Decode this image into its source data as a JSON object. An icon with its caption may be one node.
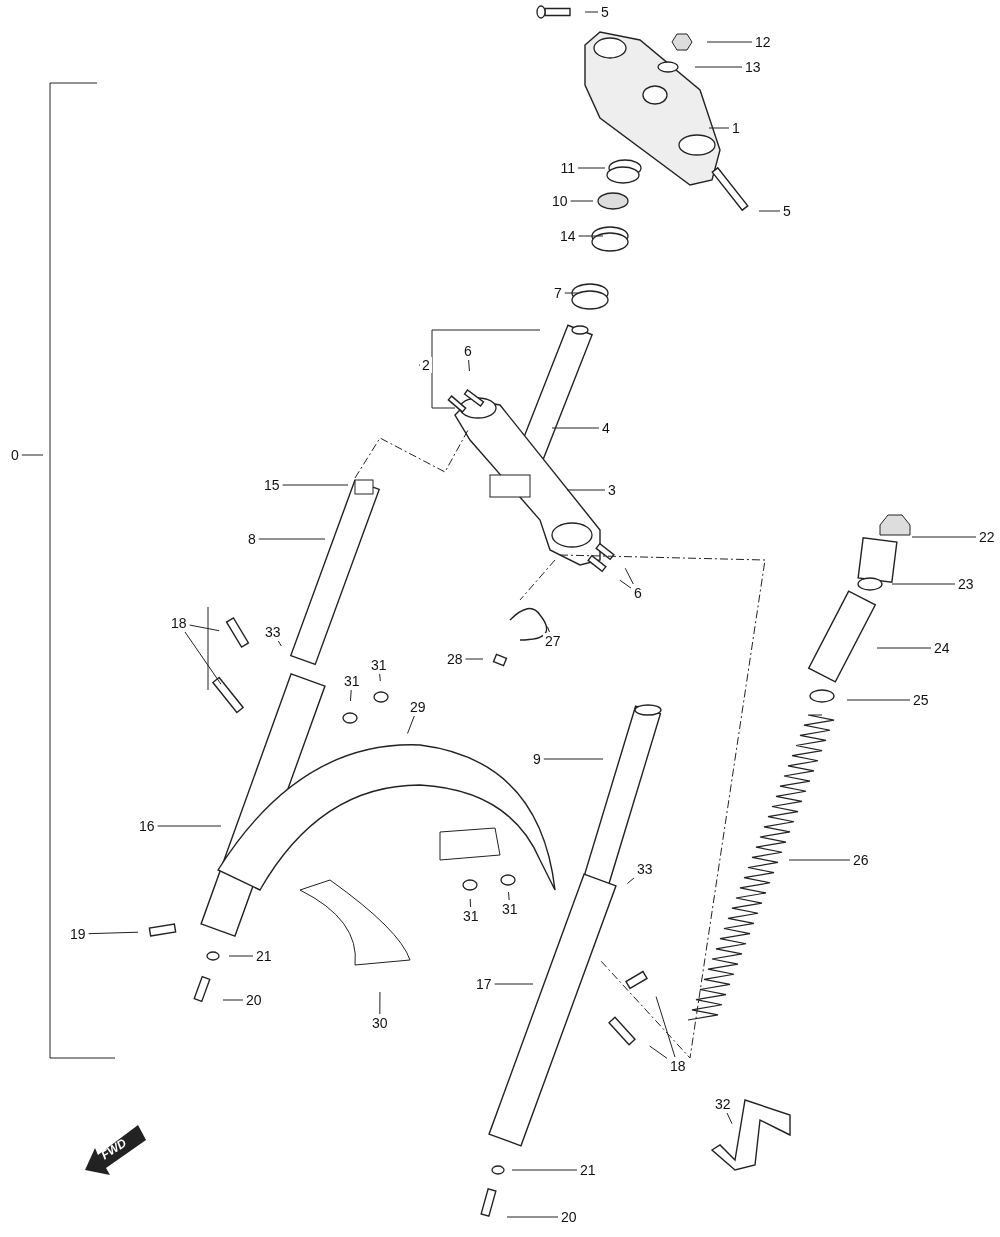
{
  "diagram": {
    "nodes": [
      {
        "text": [
          "5"
        ]
      },
      {
        "text": [
          "12"
        ]
      },
      {
        "text": [
          "13"
        ]
      },
      {
        "text": [
          "1"
        ]
      },
      {
        "text": [
          "11"
        ]
      },
      {
        "text": [
          "10"
        ]
      },
      {
        "text": [
          "5"
        ]
      },
      {
        "text": [
          "14"
        ]
      },
      {
        "text": [
          "7"
        ]
      },
      {
        "text": [
          "6"
        ]
      },
      {
        "text": [
          "2"
        ]
      },
      {
        "text": [
          "4"
        ]
      },
      {
        "text": [
          "15"
        ]
      },
      {
        "text": [
          "3"
        ]
      },
      {
        "text": [
          "8"
        ]
      },
      {
        "text": [
          "22"
        ]
      },
      {
        "text": [
          "23"
        ]
      },
      {
        "text": [
          "6"
        ]
      },
      {
        "text": [
          "27"
        ]
      },
      {
        "text": [
          "18"
        ]
      },
      {
        "text": [
          "33"
        ]
      },
      {
        "text": [
          "24"
        ]
      },
      {
        "text": [
          "28"
        ]
      },
      {
        "text": [
          "31"
        ]
      },
      {
        "text": [
          "31"
        ]
      },
      {
        "text": [
          "25"
        ]
      },
      {
        "text": [
          "29"
        ]
      },
      {
        "text": [
          "9"
        ]
      },
      {
        "text": [
          "16"
        ]
      },
      {
        "text": [
          "26"
        ]
      },
      {
        "text": [
          "33"
        ]
      },
      {
        "text": [
          "31"
        ]
      },
      {
        "text": [
          "31"
        ]
      },
      {
        "text": [
          "19"
        ]
      },
      {
        "text": [
          "21"
        ]
      },
      {
        "text": [
          "17"
        ]
      },
      {
        "text": [
          "20"
        ]
      },
      {
        "text": [
          "30"
        ]
      },
      {
        "text": [
          "18"
        ]
      },
      {
        "text": [
          "32"
        ]
      },
      {
        "text": [
          "21"
        ]
      },
      {
        "text": [
          "20"
        ]
      },
      {
        "text": [
          "0"
        ]
      }
    ],
    "edges": [
      {
        "from": 0,
        "to": null,
        "arrow": "none"
      },
      {
        "from": 1,
        "to": null,
        "arrow": "none"
      },
      {
        "from": 2,
        "to": null,
        "arrow": "none"
      },
      {
        "from": 3,
        "to": null,
        "arrow": "none"
      },
      {
        "from": 4,
        "to": null,
        "arrow": "none"
      },
      {
        "from": 5,
        "to": null,
        "arrow": "none"
      },
      {
        "from": 6,
        "to": null,
        "arrow": "none"
      },
      {
        "from": 7,
        "to": null,
        "arrow": "none"
      },
      {
        "from": 8,
        "to": null,
        "arrow": "none"
      },
      {
        "from": 9,
        "to": null,
        "arrow": "none"
      },
      {
        "from": 10,
        "to": null,
        "arrow": "none"
      },
      {
        "from": 11,
        "to": null,
        "arrow": "none"
      },
      {
        "from": 12,
        "to": null,
        "arrow": "none"
      },
      {
        "from": 13,
        "to": null,
        "arrow": "none"
      },
      {
        "from": 14,
        "to": null,
        "arrow": "none"
      },
      {
        "from": 15,
        "to": null,
        "arrow": "none"
      },
      {
        "from": 16,
        "to": null,
        "arrow": "none"
      },
      {
        "from": 17,
        "to": null,
        "arrow": "none"
      },
      {
        "from": 17,
        "to": null,
        "arrow": "none"
      },
      {
        "from": 18,
        "to": null,
        "arrow": "none"
      },
      {
        "from": 19,
        "to": null,
        "arrow": "none"
      },
      {
        "from": 19,
        "to": null,
        "arrow": "none"
      },
      {
        "from": 20,
        "to": null,
        "arrow": "none"
      },
      {
        "from": 21,
        "to": null,
        "arrow": "none"
      },
      {
        "from": 22,
        "to": null,
        "arrow": "none"
      },
      {
        "from": 23,
        "to": null,
        "arrow": "none"
      },
      {
        "from": 24,
        "to": null,
        "arrow": "none"
      },
      {
        "from": 25,
        "to": null,
        "arrow": "none"
      },
      {
        "from": 26,
        "to": null,
        "arrow": "none"
      },
      {
        "from": 27,
        "to": null,
        "arrow": "none"
      },
      {
        "from": 28,
        "to": null,
        "arrow": "none"
      },
      {
        "from": 29,
        "to": null,
        "arrow": "none"
      },
      {
        "from": 30,
        "to": null,
        "arrow": "none"
      },
      {
        "from": 31,
        "to": null,
        "arrow": "none"
      },
      {
        "from": 32,
        "to": null,
        "arrow": "none"
      },
      {
        "from": 33,
        "to": null,
        "arrow": "none"
      },
      {
        "from": 34,
        "to": null,
        "arrow": "none"
      },
      {
        "from": 35,
        "to": null,
        "arrow": "none"
      },
      {
        "from": 36,
        "to": null,
        "arrow": "none"
      },
      {
        "from": 37,
        "to": null,
        "arrow": "none"
      },
      {
        "from": 38,
        "to": null,
        "arrow": "none"
      },
      {
        "from": 38,
        "to": null,
        "arrow": "none"
      },
      {
        "from": 39,
        "to": null,
        "arrow": "none"
      },
      {
        "from": 40,
        "to": null,
        "arrow": "none"
      },
      {
        "from": 41,
        "to": null,
        "arrow": "none"
      },
      {
        "from": 42,
        "to": null,
        "arrow": "none"
      }
    ],
    "labels": [
      "FWD"
    ]
  }
}
